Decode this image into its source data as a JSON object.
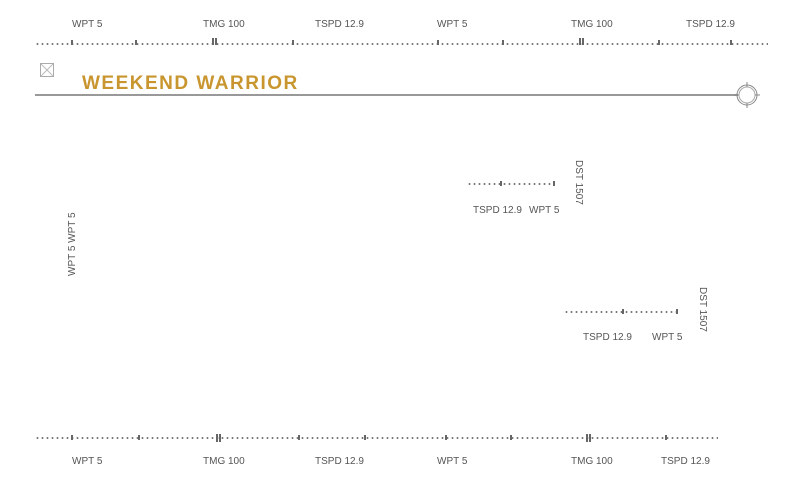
{
  "top_ruler": {
    "labels": [
      "WPT 5",
      "TMG 100",
      "TSPD 12.9",
      "WPT 5",
      "TMG 100",
      "TSPD 12.9"
    ]
  },
  "header": {
    "title": "WEEKEND WARRIOR",
    "title_color": "#c8952f",
    "icons": [
      "broken-image-icon",
      "crosshair-icon"
    ]
  },
  "left_vertical": {
    "text": "WPT 5   WPT 5"
  },
  "widget_1": {
    "labels": [
      "TSPD 12.9",
      "WPT 5"
    ],
    "distance": "DST 1507"
  },
  "widget_2": {
    "labels": [
      "TSPD 12.9",
      "WPT 5"
    ],
    "distance": "DST 1507"
  },
  "bottom_ruler": {
    "labels": [
      "WPT 5",
      "TMG 100",
      "TSPD 12.9",
      "WPT 5",
      "TMG 100",
      "TSPD 12.9"
    ]
  }
}
